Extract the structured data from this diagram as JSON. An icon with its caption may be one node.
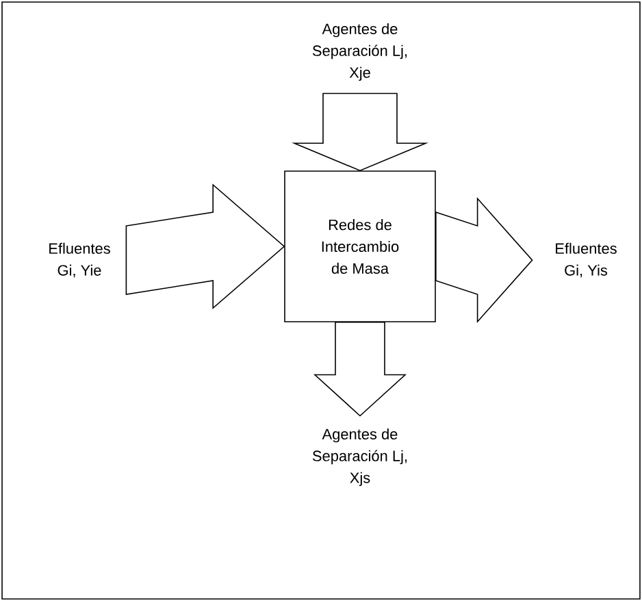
{
  "diagram": {
    "nodes": [
      {
        "text": [
          "Redes de Intercambio de Masa"
        ]
      },
      {
        "text": [
          "Agentes de Separación Lj, Xje"
        ]
      },
      {
        "text": [
          "Efluentes Gi, Yie"
        ]
      },
      {
        "text": [
          "Efluentes Gi, Yis"
        ]
      },
      {
        "text": [
          "Agentes de Separación Lj, Xjs"
        ]
      }
    ],
    "edges": [
      {
        "from": 1,
        "to": 0,
        "arrow": "to"
      },
      {
        "from": 2,
        "to": 0,
        "arrow": "to"
      },
      {
        "from": 0,
        "to": 3,
        "arrow": "to"
      },
      {
        "from": 0,
        "to": 4,
        "arrow": "to"
      }
    ]
  }
}
